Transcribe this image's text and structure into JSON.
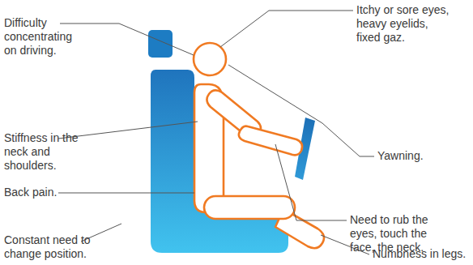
{
  "diagram": {
    "labels": [
      "Itchy or sore eyes, heavy eyelids, fixed gaz.",
      "Difficulty concentrating on driving.",
      "Stiffness in the neck and shoulders.",
      "Yawning.",
      "Back pain.",
      "Need to rub the eyes, touch the face, the neck.",
      "Constant need to change position.",
      "Numbness in legs."
    ]
  }
}
